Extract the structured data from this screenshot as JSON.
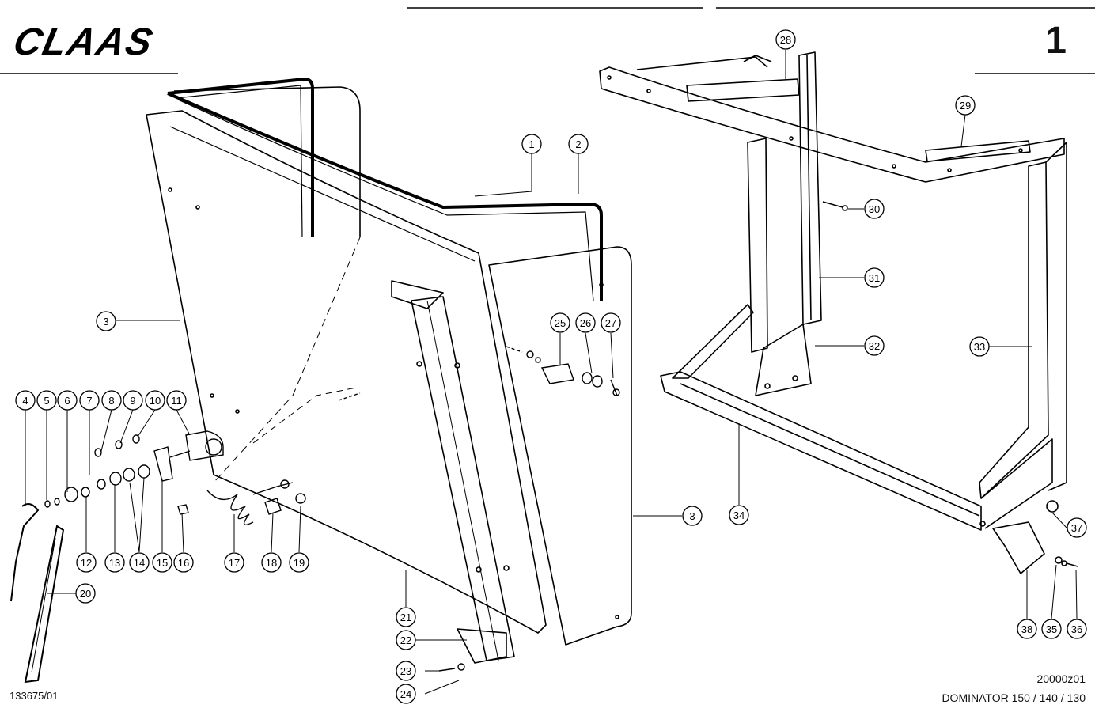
{
  "header": {
    "logo_text": "CLAAS",
    "page_number": "1"
  },
  "footer": {
    "doc_id": "133675/01",
    "drawing_code": "20000z01",
    "model": "DOMINATOR 150 / 140 / 130"
  },
  "callouts": [
    {
      "id": "c1",
      "label": "1"
    },
    {
      "id": "c2",
      "label": "2"
    },
    {
      "id": "c3a",
      "label": "3"
    },
    {
      "id": "c3b",
      "label": "3"
    },
    {
      "id": "c4",
      "label": "4"
    },
    {
      "id": "c5",
      "label": "5"
    },
    {
      "id": "c6",
      "label": "6"
    },
    {
      "id": "c7",
      "label": "7"
    },
    {
      "id": "c8",
      "label": "8"
    },
    {
      "id": "c9",
      "label": "9"
    },
    {
      "id": "c10",
      "label": "10"
    },
    {
      "id": "c11",
      "label": "11"
    },
    {
      "id": "c12",
      "label": "12"
    },
    {
      "id": "c13",
      "label": "13"
    },
    {
      "id": "c14",
      "label": "14"
    },
    {
      "id": "c15",
      "label": "15"
    },
    {
      "id": "c16",
      "label": "16"
    },
    {
      "id": "c17",
      "label": "17"
    },
    {
      "id": "c18",
      "label": "18"
    },
    {
      "id": "c19",
      "label": "19"
    },
    {
      "id": "c20",
      "label": "20"
    },
    {
      "id": "c21",
      "label": "21"
    },
    {
      "id": "c22",
      "label": "22"
    },
    {
      "id": "c23",
      "label": "23"
    },
    {
      "id": "c24",
      "label": "24"
    },
    {
      "id": "c25",
      "label": "25"
    },
    {
      "id": "c26",
      "label": "26"
    },
    {
      "id": "c27",
      "label": "27"
    },
    {
      "id": "c28",
      "label": "28"
    },
    {
      "id": "c29",
      "label": "29"
    },
    {
      "id": "c30",
      "label": "30"
    },
    {
      "id": "c31",
      "label": "31"
    },
    {
      "id": "c32",
      "label": "32"
    },
    {
      "id": "c33",
      "label": "33"
    },
    {
      "id": "c34",
      "label": "34"
    },
    {
      "id": "c35",
      "label": "35"
    },
    {
      "id": "c36",
      "label": "36"
    },
    {
      "id": "c37",
      "label": "37"
    },
    {
      "id": "c38",
      "label": "38"
    }
  ]
}
